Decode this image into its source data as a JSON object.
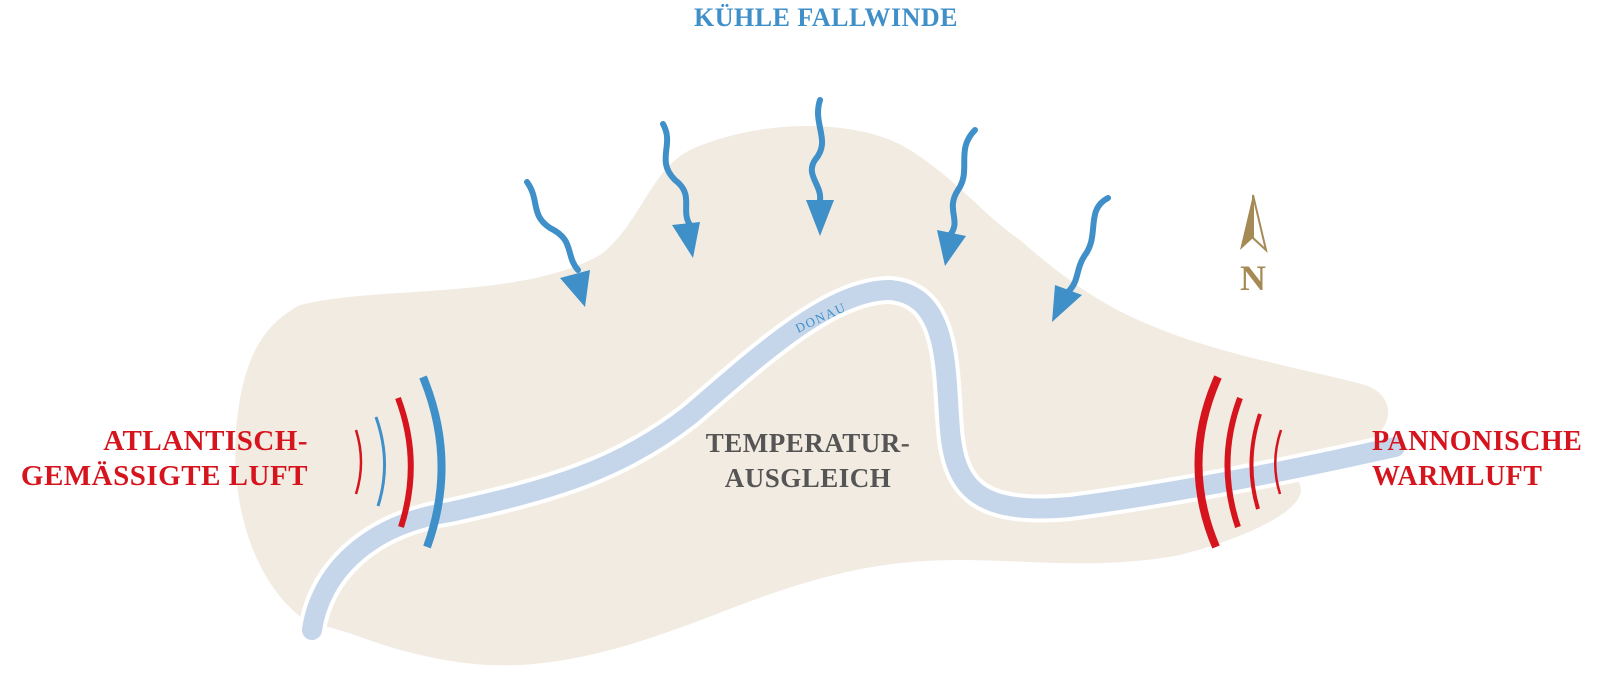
{
  "colors": {
    "land": "#f2ebe1",
    "river": "#c5d6ea",
    "cool": "#3f8fc9",
    "warm": "#d5141d",
    "neutral": "#555555",
    "compass": "#a58a55"
  },
  "title": "KÜHLE FALLWINDE",
  "left_label": {
    "line1": "ATLANTISCH-",
    "line2": "GEMÄSSIGTE LUFT"
  },
  "center_label": {
    "line1": "TEMPERATUR-",
    "line2": "AUSGLEICH"
  },
  "right_label": {
    "line1": "PANNONISCHE",
    "line2": "WARMLUFT"
  },
  "river_name": "DONAU",
  "north": "N",
  "icons": [
    "wind-arrow-icon",
    "airflow-arc-icon",
    "compass-arrow-icon"
  ]
}
